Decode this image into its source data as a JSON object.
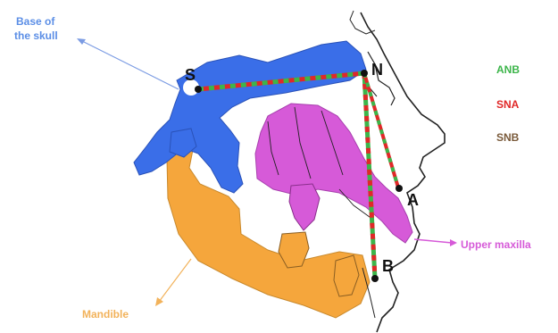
{
  "labels": {
    "base_of_skull": [
      "Base of",
      "the skull"
    ],
    "mandible": "Mandible",
    "upper_maxilla": "Upper maxilla"
  },
  "points": {
    "s": "S",
    "n": "N",
    "a": "A",
    "b": "B"
  },
  "legend": [
    {
      "text": "ANB",
      "color": "#3cb54a"
    },
    {
      "text": "SNA",
      "color": "#e02828"
    },
    {
      "text": "SNB",
      "color": "#7a5a3a"
    }
  ],
  "colors": {
    "skull_base": "#3a6ee8",
    "maxilla": "#d65ad8",
    "mandible": "#f5a63c",
    "outline": "#222222",
    "line_green": "#3cb54a",
    "line_red": "#e02828",
    "line_brown": "#7a5a3a",
    "skull_label": "#5b8ee6",
    "mandible_label": "#f2b25a",
    "maxilla_label": "#d65ad8"
  }
}
